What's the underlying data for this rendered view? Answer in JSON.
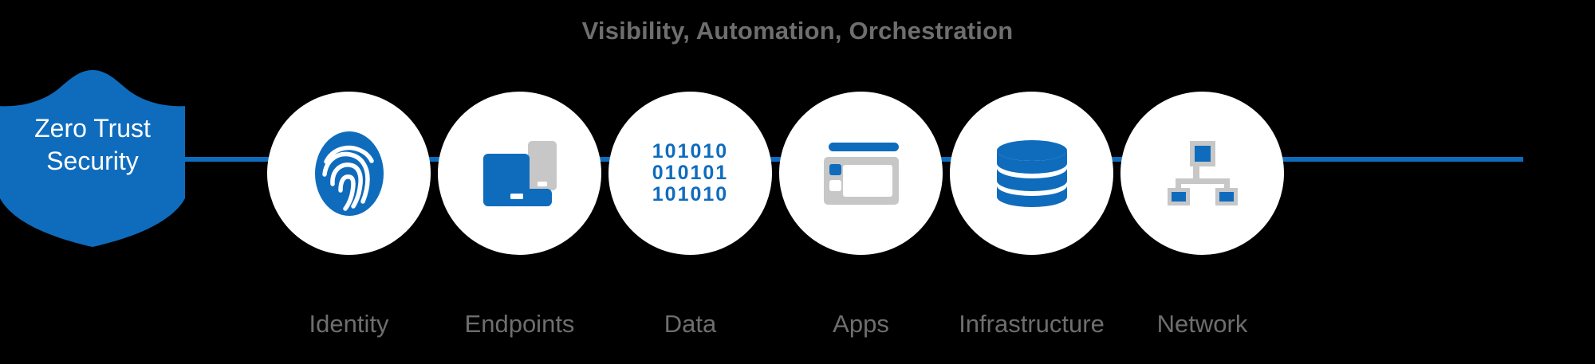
{
  "diagram": {
    "title": "Visibility, Automation, Orchestration",
    "background_color": "#000000",
    "accent_color": "#0f6cbd",
    "label_color": "#6e6e6e",
    "circle_color": "#ffffff",
    "gray_icon_color": "#c7c7c7"
  },
  "shield": {
    "line1": "Zero Trust",
    "line2": "Security",
    "text": "Zero Trust Security",
    "fill": "#0f6cbd",
    "text_color": "#ffffff"
  },
  "pillars": [
    {
      "label": "Identity",
      "icon": "fingerprint-icon"
    },
    {
      "label": "Endpoints",
      "icon": "devices-icon"
    },
    {
      "label": "Data",
      "icon": "binary-data-icon"
    },
    {
      "label": "Apps",
      "icon": "application-window-icon"
    },
    {
      "label": "Infrastructure",
      "icon": "database-icon"
    },
    {
      "label": "Network",
      "icon": "network-hierarchy-icon"
    }
  ],
  "data_icon": {
    "rows": [
      "101010",
      "010101",
      "101010"
    ]
  }
}
